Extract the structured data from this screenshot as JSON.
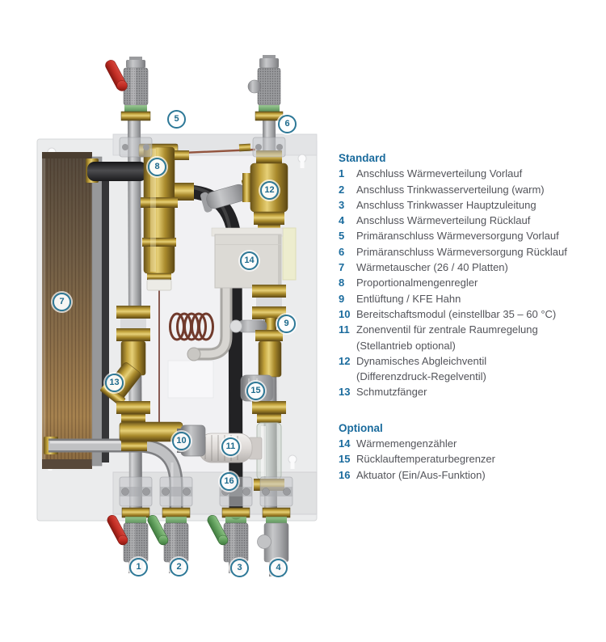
{
  "colors": {
    "accent_blue": "#1a6b9d",
    "callout_blue": "#2d7897",
    "text_gray": "#53545a",
    "brass": "#c3a33c",
    "copper_exchanger": "#8b6f4a",
    "valve_red": "#c22d24",
    "valve_green": "#63a15e"
  },
  "diagram": {
    "callouts": [
      "1",
      "2",
      "3",
      "4",
      "5",
      "6",
      "7",
      "8",
      "9",
      "10",
      "11",
      "12",
      "13",
      "14",
      "15",
      "16"
    ]
  },
  "legend": {
    "standard": {
      "heading": "Standard",
      "items": [
        {
          "num": "1",
          "text": "Anschluss Wärmeverteilung Vorlauf"
        },
        {
          "num": "2",
          "text": "Anschluss Trinkwasserverteilung (warm)"
        },
        {
          "num": "3",
          "text": "Anschluss Trinkwasser Hauptzuleitung"
        },
        {
          "num": "4",
          "text": "Anschluss Wärmeverteilung Rücklauf"
        },
        {
          "num": "5",
          "text": "Primäranschluss Wärmeversorgung Vorlauf"
        },
        {
          "num": "6",
          "text": "Primäranschluss Wärmeversorgung Rücklauf"
        },
        {
          "num": "7",
          "text": "Wärmetauscher (26 / 40 Platten)"
        },
        {
          "num": "8",
          "text": "Proportionalmengenregler"
        },
        {
          "num": "9",
          "text": "Entlüftung / KFE Hahn"
        },
        {
          "num": "10",
          "text": "Bereitschaftsmodul (einstellbar 35 – 60 °C)"
        },
        {
          "num": "11",
          "text": "Zonenventil für zentrale Raumregelung",
          "note": "(Stellantrieb optional)"
        },
        {
          "num": "12",
          "text": "Dynamisches Abgleichventil",
          "note": "(Differenzdruck-Regelventil)"
        },
        {
          "num": "13",
          "text": "Schmutzfänger"
        }
      ]
    },
    "optional": {
      "heading": "Optional",
      "items": [
        {
          "num": "14",
          "text": "Wärmemengenzähler"
        },
        {
          "num": "15",
          "text": "Rücklauftemperaturbegrenzer"
        },
        {
          "num": "16",
          "text": "Aktuator (Ein/Aus-Funktion)"
        }
      ]
    }
  }
}
